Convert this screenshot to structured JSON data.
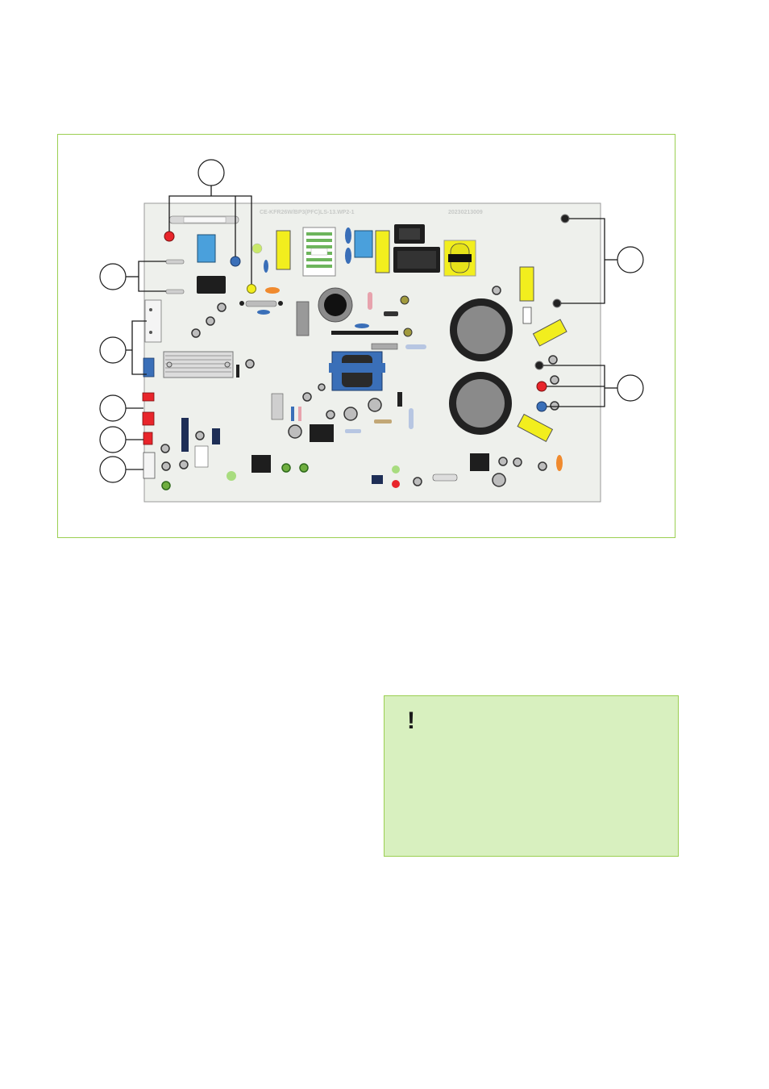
{
  "diagram": {
    "board_model": "CE-KFR26W/BP3(PFC)LS-13.WP2-1",
    "board_code": "20230213009",
    "callout_count": 8
  },
  "note": {
    "icon": "exclamation-icon"
  },
  "colors": {
    "frame_border": "#9bcf52",
    "note_background": "#d8f0bf",
    "board": "#eef0ec",
    "capacitor_yellow": "#f2ee1e",
    "connector_red": "#e8252b",
    "connector_blue": "#3a6fb8"
  }
}
